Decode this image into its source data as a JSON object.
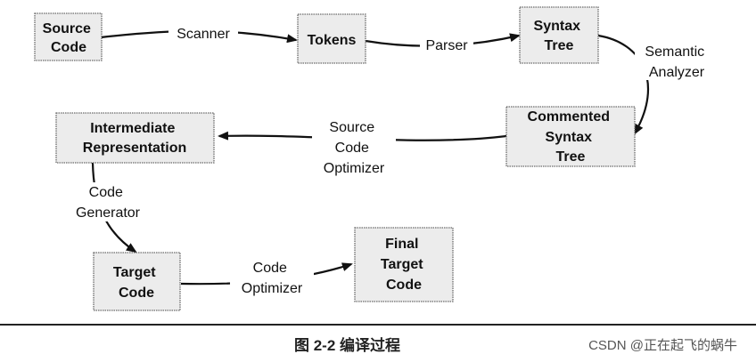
{
  "diagram": {
    "nodes": {
      "source_code": [
        "Source",
        "Code"
      ],
      "tokens": [
        "Tokens"
      ],
      "syntax_tree": [
        "Syntax",
        "Tree"
      ],
      "commented_syntax_tree": [
        "Commented",
        "Syntax",
        "Tree"
      ],
      "intermediate_representation": [
        "Intermediate",
        "Representation"
      ],
      "target_code": [
        "Target",
        "Code"
      ],
      "final_target_code": [
        "Final",
        "Target",
        "Code"
      ]
    },
    "edges": {
      "scanner": [
        "Scanner"
      ],
      "parser": [
        "Parser"
      ],
      "semantic_analyzer": [
        "Semantic",
        "Analyzer"
      ],
      "source_code_optimizer": [
        "Source",
        "Code",
        "Optimizer"
      ],
      "code_generator": [
        "Code",
        "Generator"
      ],
      "code_optimizer": [
        "Code",
        "Optimizer"
      ]
    }
  },
  "caption": "图 2-2   编译过程",
  "watermark": "CSDN @正在起飞的蜗牛"
}
